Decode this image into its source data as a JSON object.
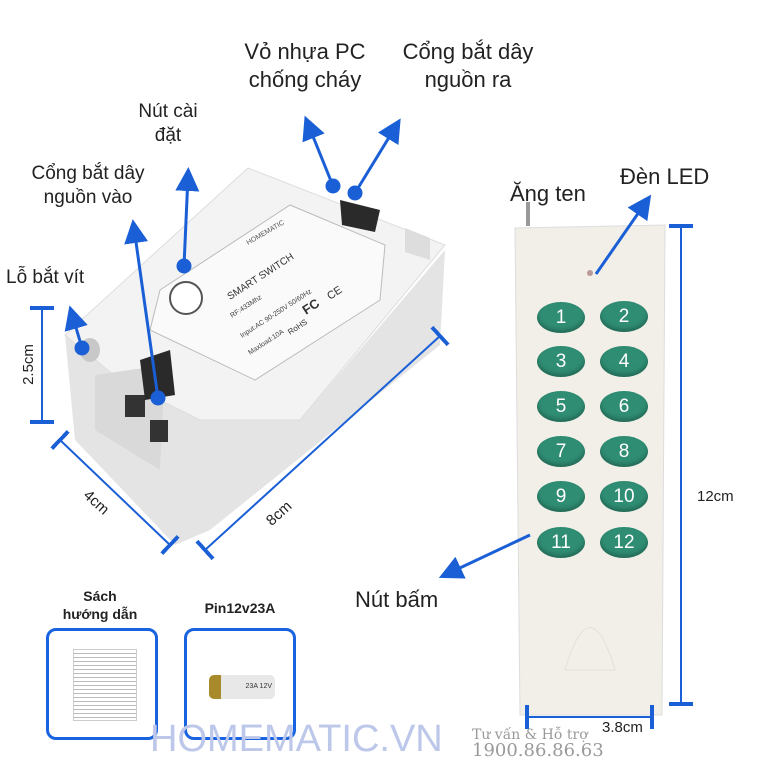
{
  "labels": {
    "housing": [
      "Vỏ nhựa PC",
      "chống cháy"
    ],
    "output_port": [
      "Cổng bắt dây",
      "nguồn ra"
    ],
    "setup_button": [
      "Nút cài",
      "đặt"
    ],
    "input_port": [
      "Cổng bắt dây",
      "nguồn vào"
    ],
    "screw_hole": "Lỗ bắt vít",
    "antenna": "Ăng ten",
    "led": "Đèn LED",
    "buttons": "Nút bấm"
  },
  "dimensions": {
    "height": "2.5cm",
    "width": "4cm",
    "length": "8cm",
    "remote_length": "12cm",
    "remote_width": "3.8cm"
  },
  "device_print": {
    "brand": "HOMEMATIC",
    "model": "SMART SWITCH",
    "rf": "RF:433Mhz",
    "input": "Input:AC 90-250V 50/60Hz",
    "maxload": "Maxload:10A",
    "rohs": "RoHS",
    "fc": "FC",
    "ce": "CE"
  },
  "remote_buttons": [
    "1",
    "2",
    "3",
    "4",
    "5",
    "6",
    "7",
    "8",
    "9",
    "10",
    "11",
    "12"
  ],
  "accessories": {
    "manual": [
      "Sách",
      "hướng dẫn"
    ],
    "battery": "Pin12v23A",
    "battery_print": "23A 12V"
  },
  "watermark": {
    "brand": "HOMEMATIC.VN",
    "support": "Tư vấn & Hỗ trợ",
    "phone": "1900.86.86.63"
  },
  "colors": {
    "arrow": "#1a5fd6",
    "button": "#2f8d73",
    "watermark": "#bcc7ea"
  }
}
